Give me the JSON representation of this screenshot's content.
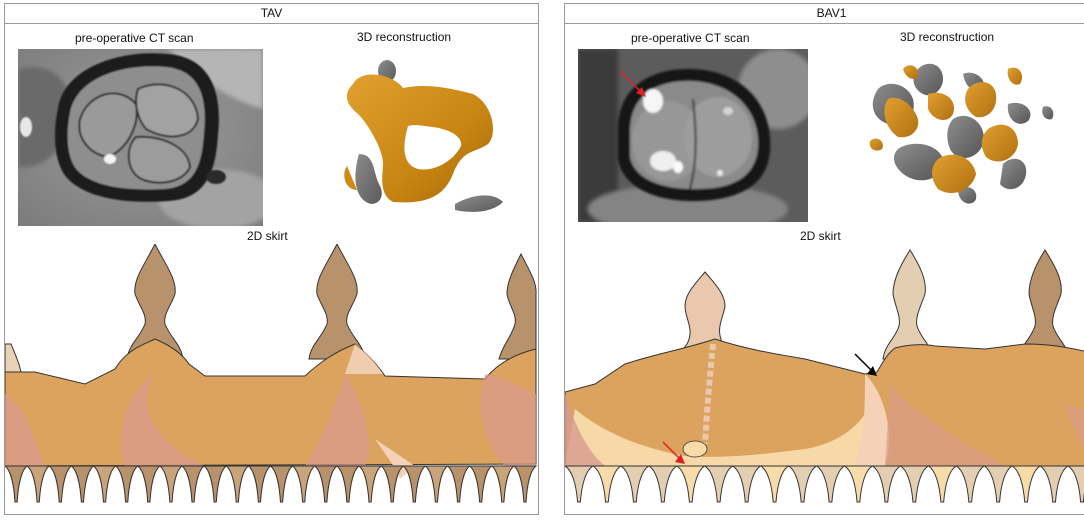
{
  "panels": [
    {
      "title": "TAV",
      "ct_label": "pre-operative CT scan",
      "recon_label": "3D reconstruction",
      "skirt_label": "2D skirt"
    },
    {
      "title": "BAV1",
      "ct_label": "pre-operative CT scan",
      "recon_label": "3D reconstruction",
      "skirt_label": "2D skirt"
    }
  ],
  "colors": {
    "leaflet_gold": "#d28f1a",
    "calcium_grey": "#6f6f70",
    "skirt_peak_brown": "#b8926b",
    "skirt_band_orange": "#dca35e",
    "skirt_pink": "#d89a90",
    "skirt_light": "#f3d2b8",
    "arrow_red": "#e02020",
    "arrow_black": "#000000"
  }
}
